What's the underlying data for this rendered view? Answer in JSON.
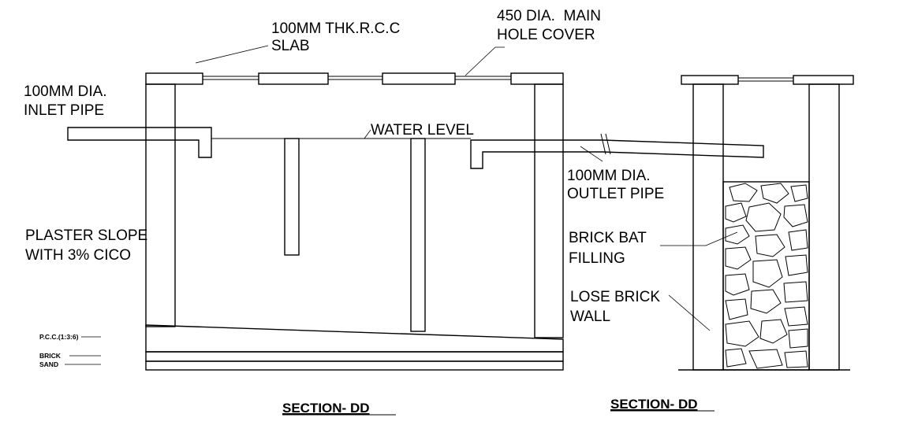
{
  "labels": {
    "slab": [
      "100MM THK.R.C.C",
      "SLAB"
    ],
    "manhole": [
      "450 DIA.  MAIN",
      "HOLE COVER"
    ],
    "inlet": [
      "100MM DIA.",
      "INLET PIPE"
    ],
    "water_level": "WATER LEVEL",
    "outlet": [
      "100MM DIA.",
      "OUTLET PIPE"
    ],
    "plaster": [
      "PLASTER SLOPE",
      "WITH 3% CICO"
    ],
    "brick_bat": [
      "BRICK BAT",
      "FILLING"
    ],
    "lose_wall": [
      "LOSE BRICK",
      "WALL"
    ],
    "pcc": "P.C.C.(1:3:6)",
    "brick": "BRICK",
    "sand": "SAND"
  },
  "titles": {
    "left": "SECTION- DD",
    "right": "SECTION- DD"
  }
}
